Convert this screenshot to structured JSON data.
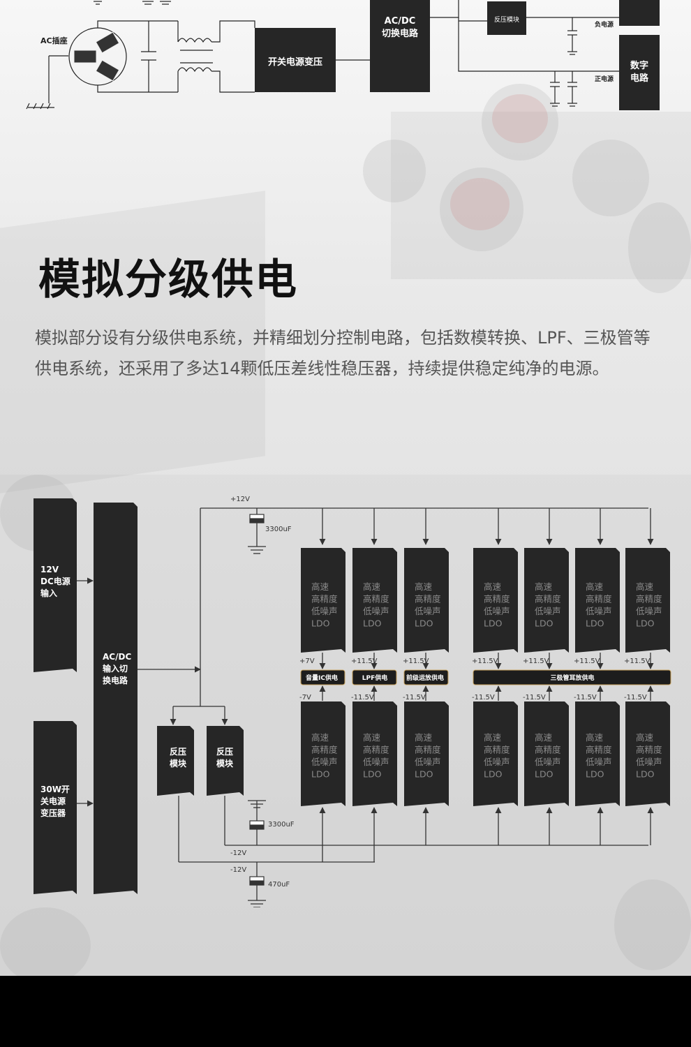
{
  "top_diagram": {
    "ac_socket_label": "AC插座",
    "smps_label": "开关电源变压",
    "acdc_label_1": "AC/DC",
    "acdc_label_2": "切换电路",
    "inverter_label": "反压模块",
    "neg_supply_label": "负电源",
    "pos_supply_label": "正电源",
    "digital_label_1": "数字",
    "digital_label_2": "电路"
  },
  "section": {
    "title": "模拟分级供电",
    "description": "模拟部分设有分级供电系统，并精细划分控制电路，包括数模转换、LPF、三极管等供电系统，还采用了多达14颗低压差线性稳压器，持续提供稳定纯净的电源。"
  },
  "bottom_diagram": {
    "dc_input": [
      "12V",
      "DC电源",
      "输入"
    ],
    "transformer": [
      "30W开",
      "关电源",
      "变压器"
    ],
    "acdc": [
      "AC/DC",
      "输入切",
      "换电路"
    ],
    "inverter": [
      "反压",
      "模块"
    ],
    "rail_pos": "+12V",
    "rail_neg": "-12V",
    "cap_top": "3300uF",
    "cap_mid": "3300uF",
    "cap_bottom": "470uF",
    "ldo_lines": [
      "高速",
      "高精度",
      "低噪声",
      "LDO"
    ],
    "pos_voltages": [
      "+7V",
      "+11.5V",
      "+11.5V",
      "+11.5V",
      "+11.5V",
      "+11.5V",
      "+11.5V"
    ],
    "neg_voltages": [
      "-7V",
      "-11.5V",
      "-11.5V",
      "-11.5V",
      "-11.5V",
      "-11.5V",
      "-11.5V"
    ],
    "supply_labels": [
      "音量IC供电",
      "LPF供电",
      "前级运放供电",
      "三极管耳放供电"
    ]
  },
  "colors": {
    "block_fill": "#262626",
    "line": "#333333",
    "ldo_text": "#8a8a8a",
    "label_border": "#c8a15a"
  }
}
